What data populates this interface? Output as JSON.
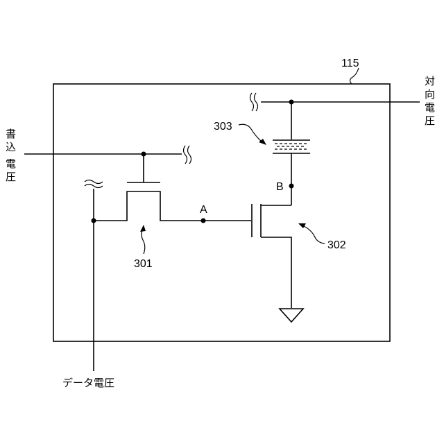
{
  "labels": {
    "box_ref": "115",
    "counter_voltage": [
      "対",
      "向",
      "電",
      "圧"
    ],
    "write_voltage": [
      "書",
      "込",
      "電",
      "圧"
    ],
    "data_voltage": "データ電圧",
    "node_a": "A",
    "node_b": "B",
    "transistor_301": "301",
    "transistor_302": "302",
    "liquid_crystal_303": "303"
  }
}
